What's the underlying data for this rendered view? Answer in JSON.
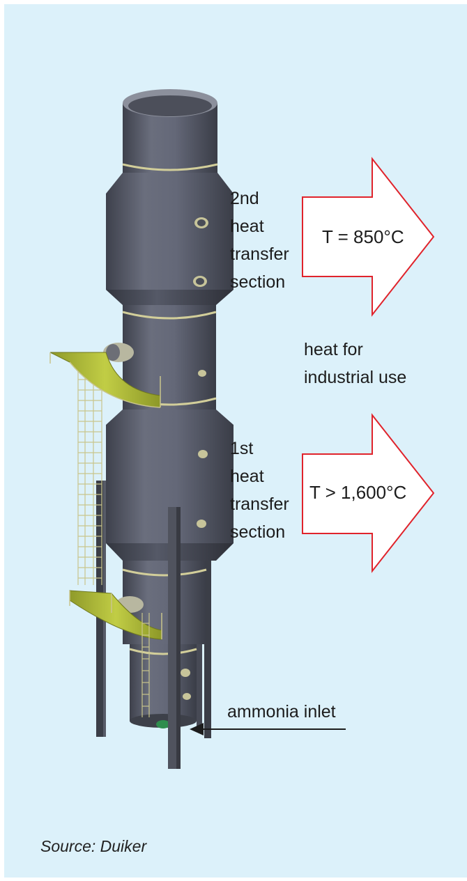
{
  "labels": {
    "second_section": [
      "2nd",
      "heat",
      "transfer",
      "section"
    ],
    "first_section": [
      "1st",
      "heat",
      "transfer",
      "section"
    ],
    "heat_use": [
      "heat for",
      "industrial use"
    ],
    "inlet": "ammonia inlet"
  },
  "arrows": {
    "upper_temp": "T = 850°C",
    "lower_temp": "T > 1,600°C"
  },
  "source": "Source: Duiker",
  "colors": {
    "background": "#dcf1fa",
    "vessel": "#5c6070",
    "platform": "#b4c23a",
    "arrow_outline": "#e0232b"
  }
}
